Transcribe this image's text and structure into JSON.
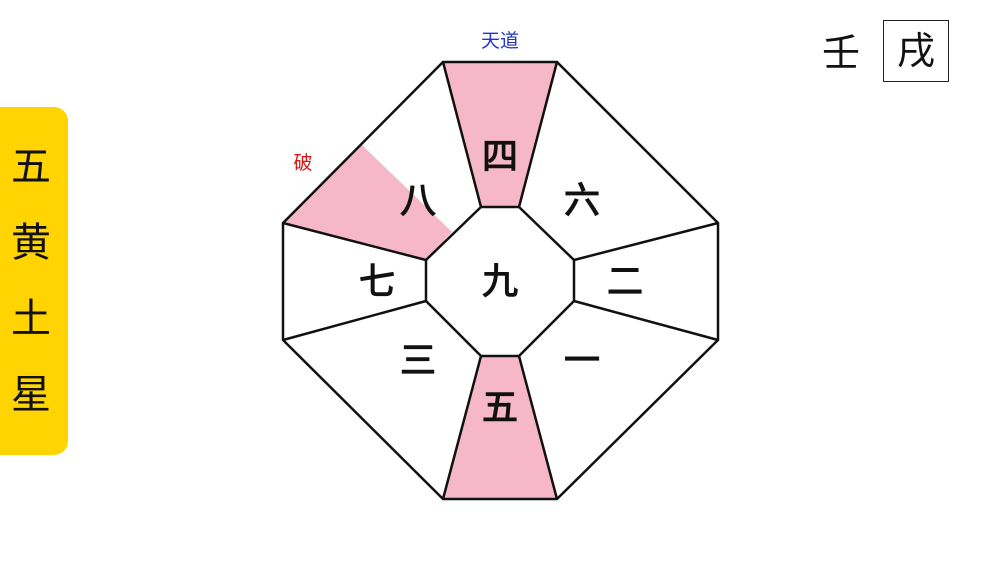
{
  "star_name": [
    "五",
    "黄",
    "土",
    "星"
  ],
  "header": {
    "stem": "壬",
    "branch": "戌"
  },
  "center_number": "九",
  "sectors": {
    "north": "五",
    "northeast": "一",
    "east": "二",
    "southeast": "六",
    "south": "四",
    "southwest": "八",
    "west": "七",
    "northwest": "三"
  },
  "labels": {
    "tendo": "天道",
    "ha": "破"
  },
  "colors": {
    "tab": "#ffd400",
    "highlight": "#f6b8c8",
    "tendo_text": "#2233cc",
    "ha_text": "#dd1111",
    "line": "#111111"
  }
}
